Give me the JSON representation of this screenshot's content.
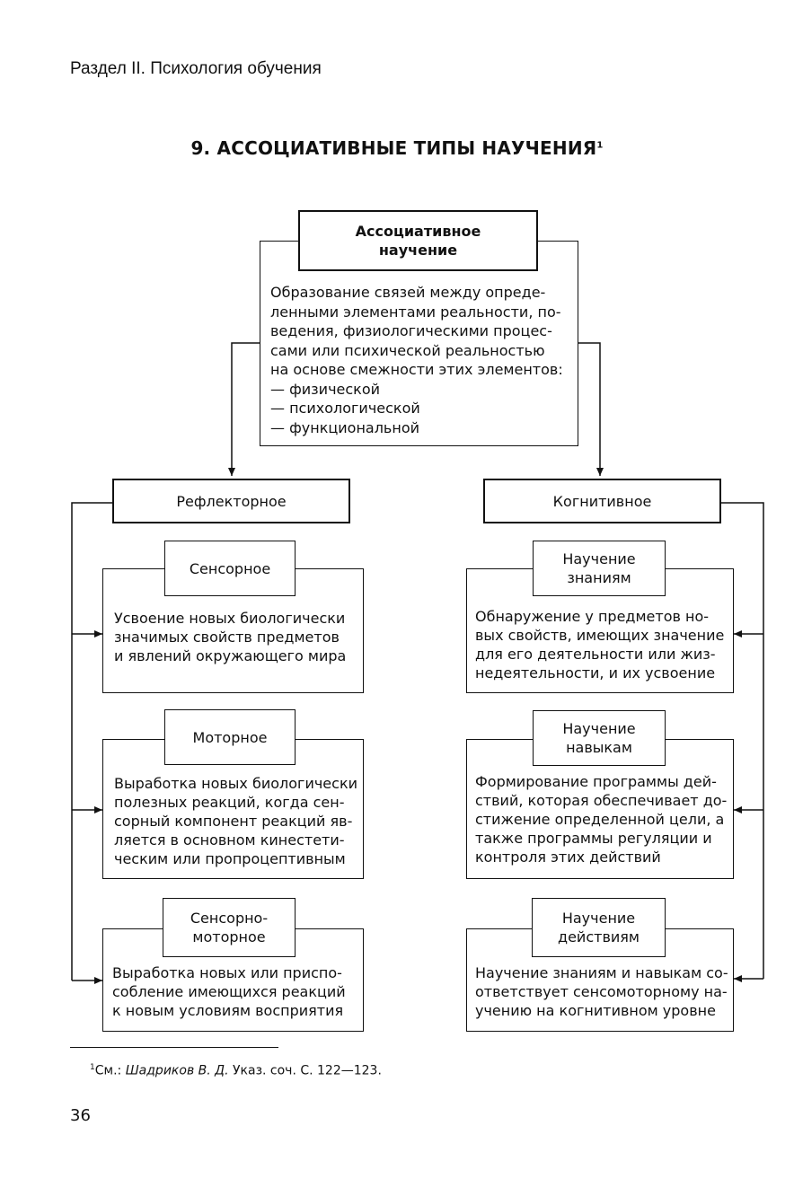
{
  "header": {
    "section": "Раздел II. Психология обучения",
    "title": "9. АССОЦИАТИВНЫЕ ТИПЫ НАУЧЕНИЯ",
    "title_ref": "1"
  },
  "root": {
    "title": "Ассоциативное научение",
    "description_lines": [
      "Образование связей между опреде-",
      "ленными элементами реальности, по-",
      "ведения, физиологическими процес-",
      "сами или психической реальностью",
      "на основе смежности этих элементов:",
      "— физической",
      "— психологической",
      "— функциональной"
    ]
  },
  "reflex": {
    "title": "Рефлекторное",
    "items": [
      {
        "title": "Сенсорное",
        "lines": [
          "Усвоение новых биологически",
          "значимых свойств предметов",
          "и явлений окружающего мира"
        ]
      },
      {
        "title": "Моторное",
        "lines": [
          "Выработка новых биологически",
          "полезных реакций, когда сен-",
          "сорный компонент реакций яв-",
          "ляется в основном кинестети-",
          "ческим или пропроцептивным"
        ]
      },
      {
        "title": "Сенсорно-моторное",
        "lines": [
          "Выработка новых или приспо-",
          "собление имеющихся реакций",
          "к новым условиям восприятия"
        ]
      }
    ]
  },
  "cognitive": {
    "title": "Когнитивное",
    "items": [
      {
        "title": "Научение знаниям",
        "lines": [
          "Обнаружение у предметов но-",
          "вых свойств, имеющих значение",
          "для его деятельности или жиз-",
          "недеятельности, и их усвоение"
        ]
      },
      {
        "title": "Научение навыкам",
        "lines": [
          "Формирование программы дей-",
          "ствий, которая обеспечивает до-",
          "стижение определенной цели, а",
          "также программы регуляции и",
          "контроля этих действий"
        ]
      },
      {
        "title": "Научение действиям",
        "lines": [
          "Научение знаниям и навыкам со-",
          "ответствует сенсомоторному на-",
          "учению на когнитивном уровне"
        ]
      }
    ]
  },
  "footnote": {
    "ref": "1",
    "prefix": "См.: ",
    "author": "Шадриков В. Д.",
    "text": " Указ. соч. С. 122—123."
  },
  "page_number": "36"
}
